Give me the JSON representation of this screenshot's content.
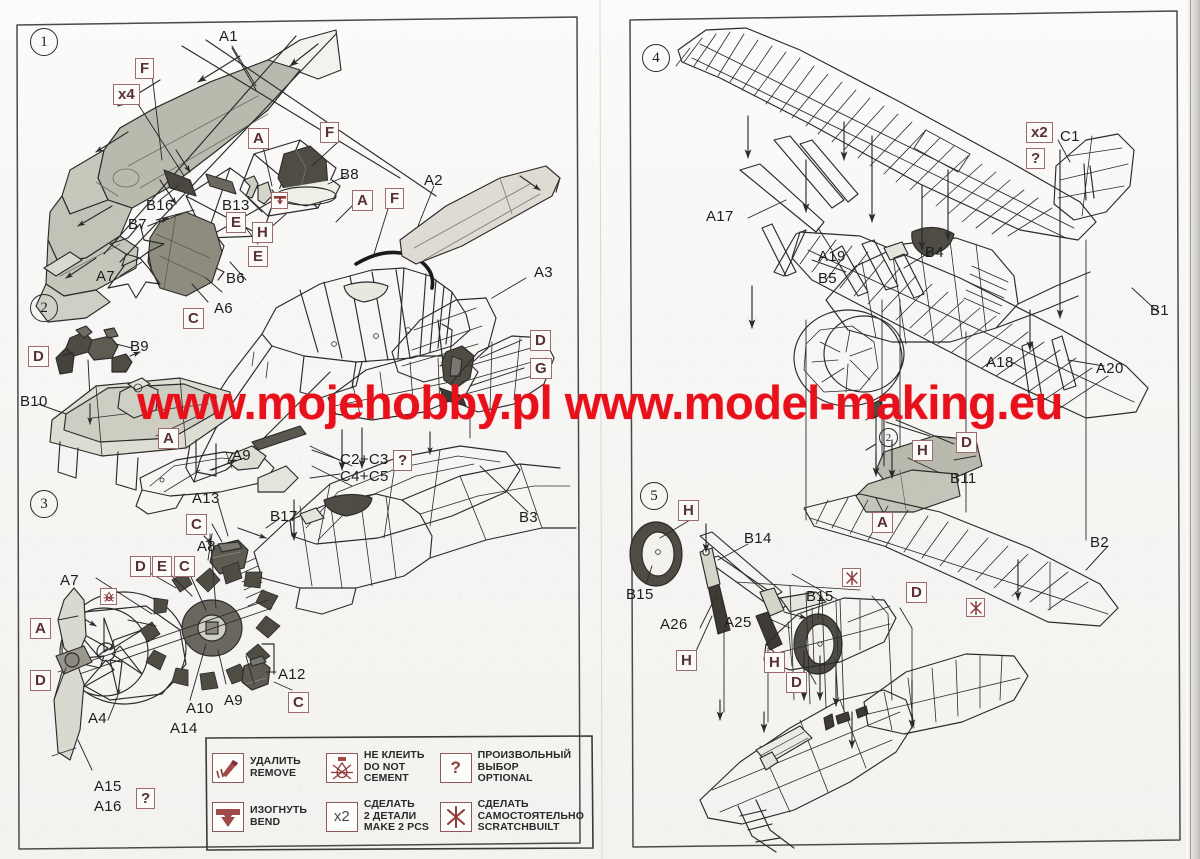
{
  "document": {
    "type": "model-kit-assembly-instructions",
    "watermark": "www.mojehobby.pl www.model-making.eu",
    "watermark_color": "#e8101a",
    "page_background": "#f7f6f4",
    "ink_color": "#1d1d1d",
    "chip_border_color": "#9d6b6b",
    "shade_fill": "#b9b9ae",
    "dark_fill": "#4a4740"
  },
  "steps": [
    {
      "id": "step-1",
      "number": "1"
    },
    {
      "id": "step-2",
      "number": "2"
    },
    {
      "id": "step-3",
      "number": "3"
    },
    {
      "id": "step-4",
      "number": "4"
    },
    {
      "id": "step-5",
      "number": "5"
    },
    {
      "id": "step-2-ref",
      "number": "2"
    }
  ],
  "step1": {
    "number": "1",
    "part_labels": [
      "A1",
      "A2",
      "A3",
      "A6",
      "A7",
      "B6",
      "B7",
      "B8",
      "B13",
      "B16"
    ],
    "chips": [
      "F",
      "x4",
      "A",
      "F",
      "A",
      "F",
      "E",
      "H",
      "E",
      "C",
      "D",
      "G"
    ],
    "callouts": [
      {
        "text": "A1"
      },
      {
        "text": "F"
      },
      {
        "text": "x4"
      },
      {
        "text": "A"
      },
      {
        "text": "F"
      },
      {
        "text": "B8"
      },
      {
        "text": "A2"
      },
      {
        "text": "A"
      },
      {
        "text": "F"
      },
      {
        "text": "B16"
      },
      {
        "text": "B13"
      },
      {
        "text": "E"
      },
      {
        "text": "H"
      },
      {
        "text": "B7"
      },
      {
        "text": "E"
      },
      {
        "text": "A7"
      },
      {
        "text": "B6"
      },
      {
        "text": "A6"
      },
      {
        "text": "C"
      },
      {
        "text": "A3"
      },
      {
        "text": "D"
      },
      {
        "text": "G"
      }
    ]
  },
  "step2": {
    "number": "2",
    "callouts": [
      {
        "text": "D"
      },
      {
        "text": "B9"
      },
      {
        "text": "B10"
      },
      {
        "text": "A"
      },
      {
        "text": "A9"
      },
      {
        "text": "C2+C3"
      },
      {
        "text": "C4+C5"
      },
      {
        "text": "?"
      },
      {
        "text": "B3"
      }
    ]
  },
  "step3": {
    "number": "3",
    "callouts": [
      {
        "text": "A13"
      },
      {
        "text": "C"
      },
      {
        "text": "B17"
      },
      {
        "text": "A8"
      },
      {
        "text": "D"
      },
      {
        "text": "E"
      },
      {
        "text": "C"
      },
      {
        "text": "A7"
      },
      {
        "text": "A"
      },
      {
        "text": "D"
      },
      {
        "text": "A4"
      },
      {
        "text": "A14"
      },
      {
        "text": "A10"
      },
      {
        "text": "A9"
      },
      {
        "text": "A12"
      },
      {
        "text": "C"
      },
      {
        "text": "A15"
      },
      {
        "text": "A16"
      },
      {
        "text": "?"
      }
    ]
  },
  "step4": {
    "number": "4",
    "callouts": [
      {
        "text": "x2"
      },
      {
        "text": "?"
      },
      {
        "text": "C1"
      },
      {
        "text": "A17"
      },
      {
        "text": "A19"
      },
      {
        "text": "B5"
      },
      {
        "text": "B4"
      },
      {
        "text": "B1"
      },
      {
        "text": "A18"
      },
      {
        "text": "A20"
      },
      {
        "text": "H"
      },
      {
        "text": "D"
      },
      {
        "text": "B11"
      },
      {
        "text": "A"
      },
      {
        "text": "B2"
      },
      {
        "text": "2"
      }
    ]
  },
  "step5": {
    "number": "5",
    "callouts": [
      {
        "text": "H"
      },
      {
        "text": "B15"
      },
      {
        "text": "B14"
      },
      {
        "text": "A26"
      },
      {
        "text": "H"
      },
      {
        "text": "A25"
      },
      {
        "text": "H"
      },
      {
        "text": "D"
      },
      {
        "text": "B15"
      },
      {
        "text": "D"
      }
    ]
  },
  "legend": {
    "items": [
      {
        "icon": "knife-remove-icon",
        "ru": "УДАЛИТЬ",
        "en": "REMOVE",
        "en2": ""
      },
      {
        "icon": "no-cement-icon",
        "ru": "НЕ КЛЕИТЬ",
        "en": "DO NOT CEMENT",
        "en2": ""
      },
      {
        "icon": "question-icon",
        "ru": "ПРОИЗВОЛЬНЫЙ",
        "en": "ВЫБОР",
        "en2": "OPTIONAL",
        "glyph": "?"
      },
      {
        "icon": "bend-icon",
        "ru": "ИЗОГНУТЬ",
        "en": "BEND",
        "en2": ""
      },
      {
        "icon": "make-two-icon",
        "ru": "СДЕЛАТЬ",
        "en": "2 ДЕТАЛИ",
        "en2": "MAKE 2 PCS",
        "glyph": "x2"
      },
      {
        "icon": "scratchbuilt-icon",
        "ru": "СДЕЛАТЬ",
        "en": "САМОСТОЯТЕЛЬНО",
        "en2": "SCRATCHBUILT"
      }
    ]
  }
}
